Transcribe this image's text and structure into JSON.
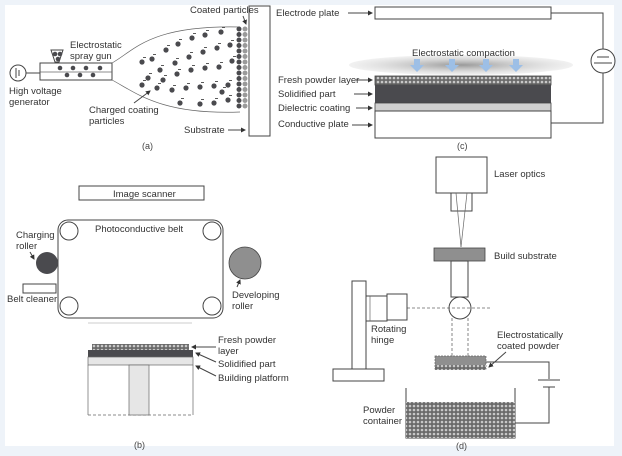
{
  "panel_a": {
    "caption": "(a)",
    "labels": {
      "coated_particles": "Coated particles",
      "electrostatic": "Electrostatic",
      "spray_gun": "spray gun",
      "high_voltage": "High voltage",
      "generator": "generator",
      "charged_coating": "Charged coating",
      "particles": "particles",
      "substrate": "Substrate"
    }
  },
  "panel_b": {
    "caption": "(b)",
    "labels": {
      "image_scanner": "Image scanner",
      "photoconductive_belt": "Photoconductive belt",
      "charging": "Charging",
      "roller": "roller",
      "belt_cleaner": "Belt cleaner",
      "developing": "Developing",
      "developing_roller": "roller",
      "fresh_powder": "Fresh powder",
      "layer": "layer",
      "solidified_part": "Solidified part",
      "building_platform": "Building platform"
    }
  },
  "panel_c": {
    "caption": "(c)",
    "labels": {
      "electrode_plate": "Electrode plate",
      "electrostatic_compaction": "Electrostatic compaction",
      "fresh_powder_layer": "Fresh powder layer",
      "solidified_part": "Solidified part",
      "dielectric_coating": "Dielectric coating",
      "conductive_plate": "Conductive plate"
    }
  },
  "panel_d": {
    "caption": "(d)",
    "labels": {
      "laser_optics": "Laser optics",
      "build_substrate": "Build substrate",
      "rotating": "Rotating",
      "hinge": "hinge",
      "electrostatically": "Electrostatically",
      "coated_powder": "coated powder",
      "powder": "Powder",
      "container": "container"
    }
  },
  "colors": {
    "dark_fill": "#4a4a4e",
    "gray_fill": "#8f8f8f",
    "light_fill": "#d8d8d8",
    "arrow_blue": "#9dbfe6",
    "frame": "#eef3f9"
  }
}
